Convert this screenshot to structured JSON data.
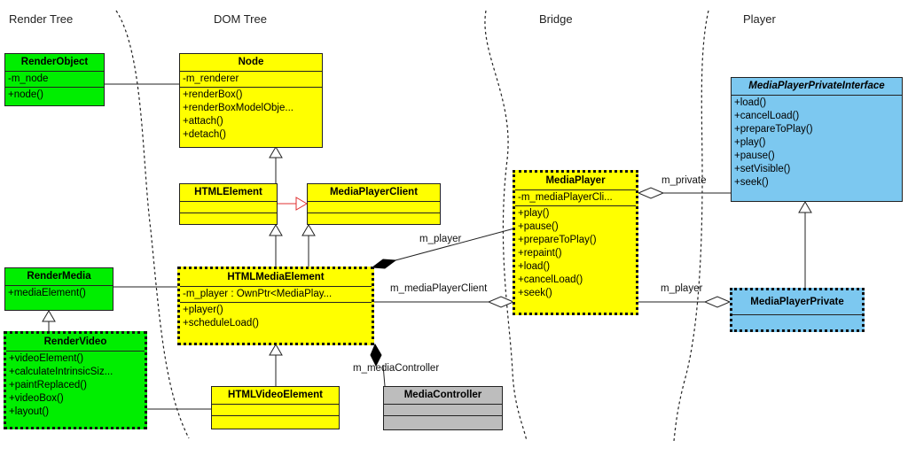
{
  "lanes": {
    "render_tree": "Render Tree",
    "dom_tree": "DOM Tree",
    "bridge": "Bridge",
    "player": "Player"
  },
  "boxes": {
    "render_object": {
      "title": "RenderObject",
      "attrs": [
        "-m_node"
      ],
      "methods": [
        "+node()"
      ]
    },
    "node": {
      "title": "Node",
      "attrs": [
        "-m_renderer"
      ],
      "methods": [
        "+renderBox()",
        "+renderBoxModelObje...",
        "+attach()",
        "+detach()"
      ]
    },
    "html_element": {
      "title": "HTMLElement"
    },
    "media_player_client": {
      "title": "MediaPlayerClient"
    },
    "render_media": {
      "title": "RenderMedia",
      "methods": [
        "+mediaElement()"
      ]
    },
    "html_media_element": {
      "title": "HTMLMediaElement",
      "attrs": [
        "-m_player : OwnPtr<MediaPlay..."
      ],
      "methods": [
        "+player()",
        "+scheduleLoad()"
      ]
    },
    "render_video": {
      "title": "RenderVideo",
      "methods": [
        "+videoElement()",
        "+calculateIntrinsicSiz...",
        "+paintReplaced()",
        "+videoBox()",
        "+layout()"
      ]
    },
    "html_video_element": {
      "title": "HTMLVideoElement"
    },
    "media_controller": {
      "title": "MediaController"
    },
    "media_player": {
      "title": "MediaPlayer",
      "attrs": [
        "-m_mediaPlayerCli..."
      ],
      "methods": [
        "+play()",
        "+pause()",
        "+prepareToPlay()",
        "+repaint()",
        "+load()",
        "+cancelLoad()",
        "+seek()"
      ]
    },
    "media_player_private_interface": {
      "title": "MediaPlayerPrivateInterface",
      "methods": [
        "+load()",
        "+cancelLoad()",
        "+prepareToPlay()",
        "+play()",
        "+pause()",
        "+setVisible()",
        "+seek()"
      ]
    },
    "media_player_private": {
      "title": "MediaPlayerPrivate"
    }
  },
  "edge_labels": {
    "m_player_top": "m_player",
    "m_media_player_client": "m_mediaPlayerClient",
    "m_media_controller": "m_mediaController",
    "m_private": "m_private",
    "m_player_right": "m_player"
  },
  "colors": {
    "yellow": "#ffff00",
    "green": "#00ee00",
    "blue": "#7cc8f0",
    "gray": "#bdbdbd",
    "inheritance_red": "#e03030"
  }
}
